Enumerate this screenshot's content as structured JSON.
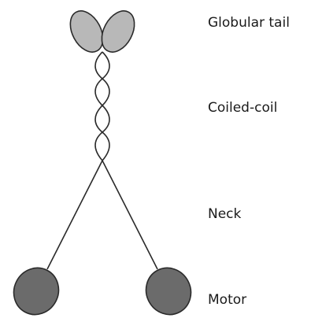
{
  "labels": {
    "globular_tail": "Globular tail",
    "coiled_coil": "Coiled-coil",
    "neck": "Neck",
    "motor": "Motor"
  },
  "colors": {
    "tail_fill": "#b8b8b8",
    "motor_fill": "#6b6b6b",
    "stroke": "#2a2a2a"
  }
}
